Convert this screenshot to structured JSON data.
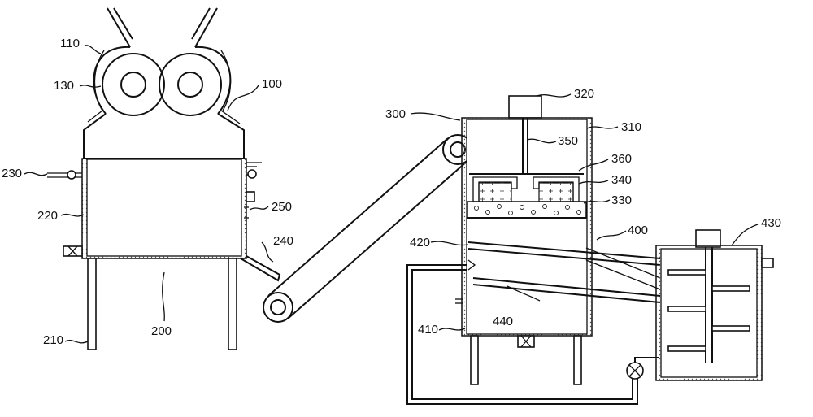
{
  "labels": {
    "l110": "110",
    "l130": "130",
    "l100": "100",
    "l230": "230",
    "l220": "220",
    "l250": "250",
    "l240": "240",
    "l200": "200",
    "l210": "210",
    "l300": "300",
    "l320": "320",
    "l310": "310",
    "l350": "350",
    "l360": "360",
    "l340": "340",
    "l330": "330",
    "l400": "400",
    "l420": "420",
    "l430": "430",
    "l440": "440",
    "l410": "410"
  }
}
